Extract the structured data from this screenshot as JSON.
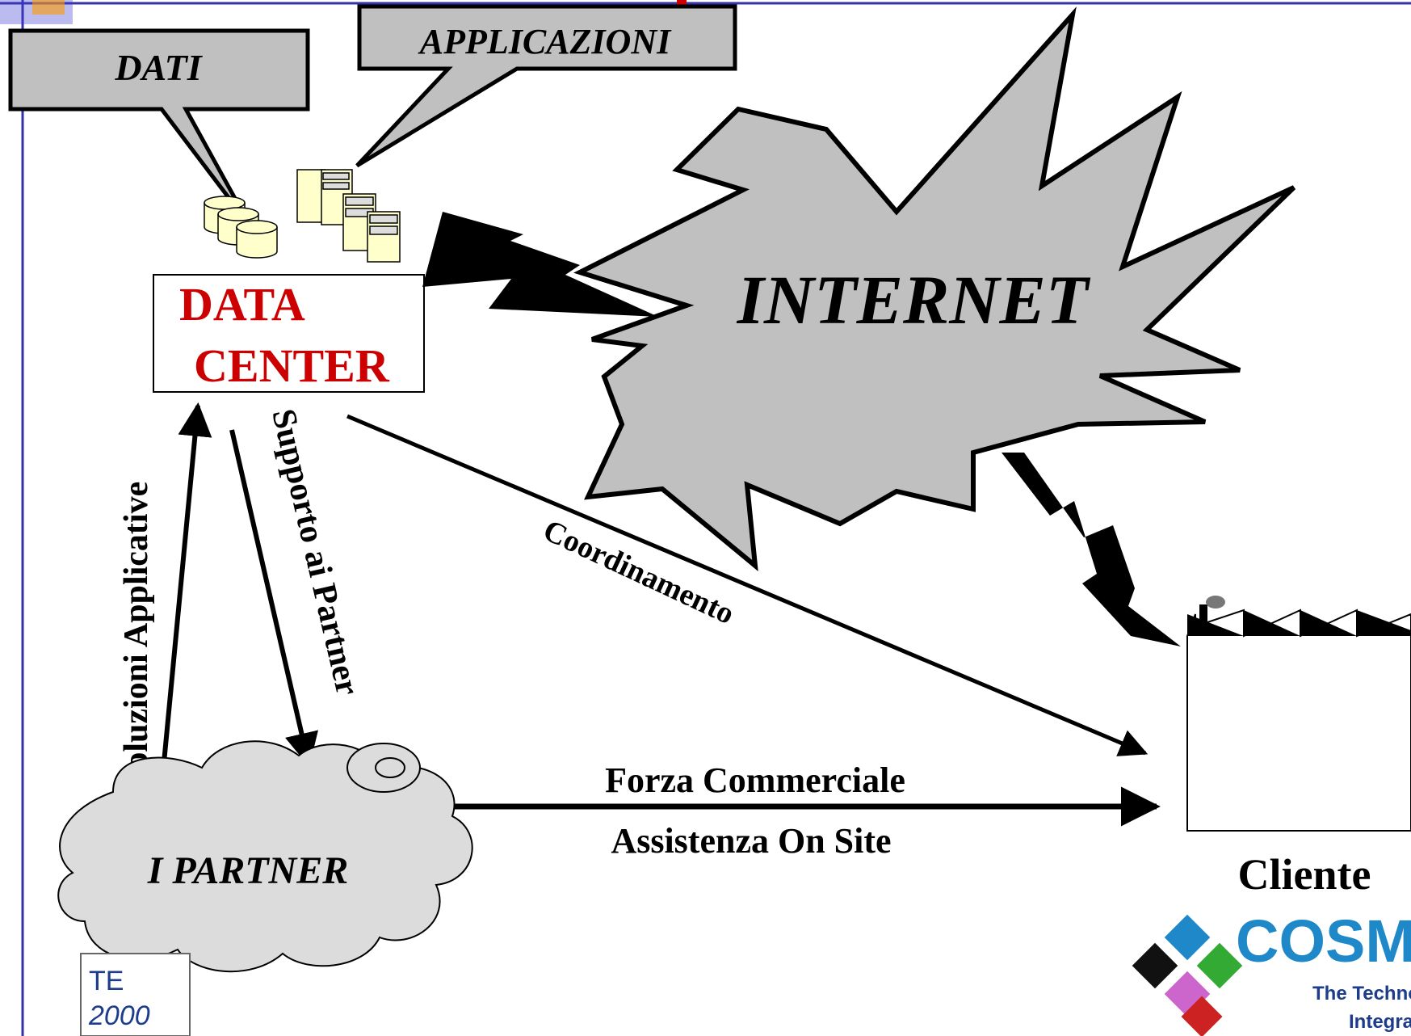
{
  "callouts": {
    "dati": "DATI",
    "applicazioni": "APPLICAZIONI"
  },
  "data_center": {
    "line1": "DATA",
    "line2": "CENTER"
  },
  "internet": {
    "label": "INTERNET"
  },
  "partner": {
    "label": "I PARTNER"
  },
  "arrows": {
    "soluzioni": "Soluzioni Applicative",
    "supporto": "Supporto ai Partner",
    "coordinamento": "Coordinamento",
    "forza": "Forza Commerciale",
    "assistenza": "Assistenza On Site"
  },
  "cliente": {
    "label": "Cliente"
  },
  "logo_cosmic": {
    "text": "COSMIC",
    "tagline1": "The Technology",
    "tagline2": "Integrator"
  },
  "logo_corner": {
    "text1": "TE",
    "text2": "2000"
  },
  "colors": {
    "accent_red": "#cc0000",
    "grey_fill": "#c0c0c0",
    "cloud_fill": "#dcdcdc",
    "frame_blue": "#3333aa",
    "cosmic_blue": "#1e88c8",
    "db_fill": "#ffffcc"
  }
}
